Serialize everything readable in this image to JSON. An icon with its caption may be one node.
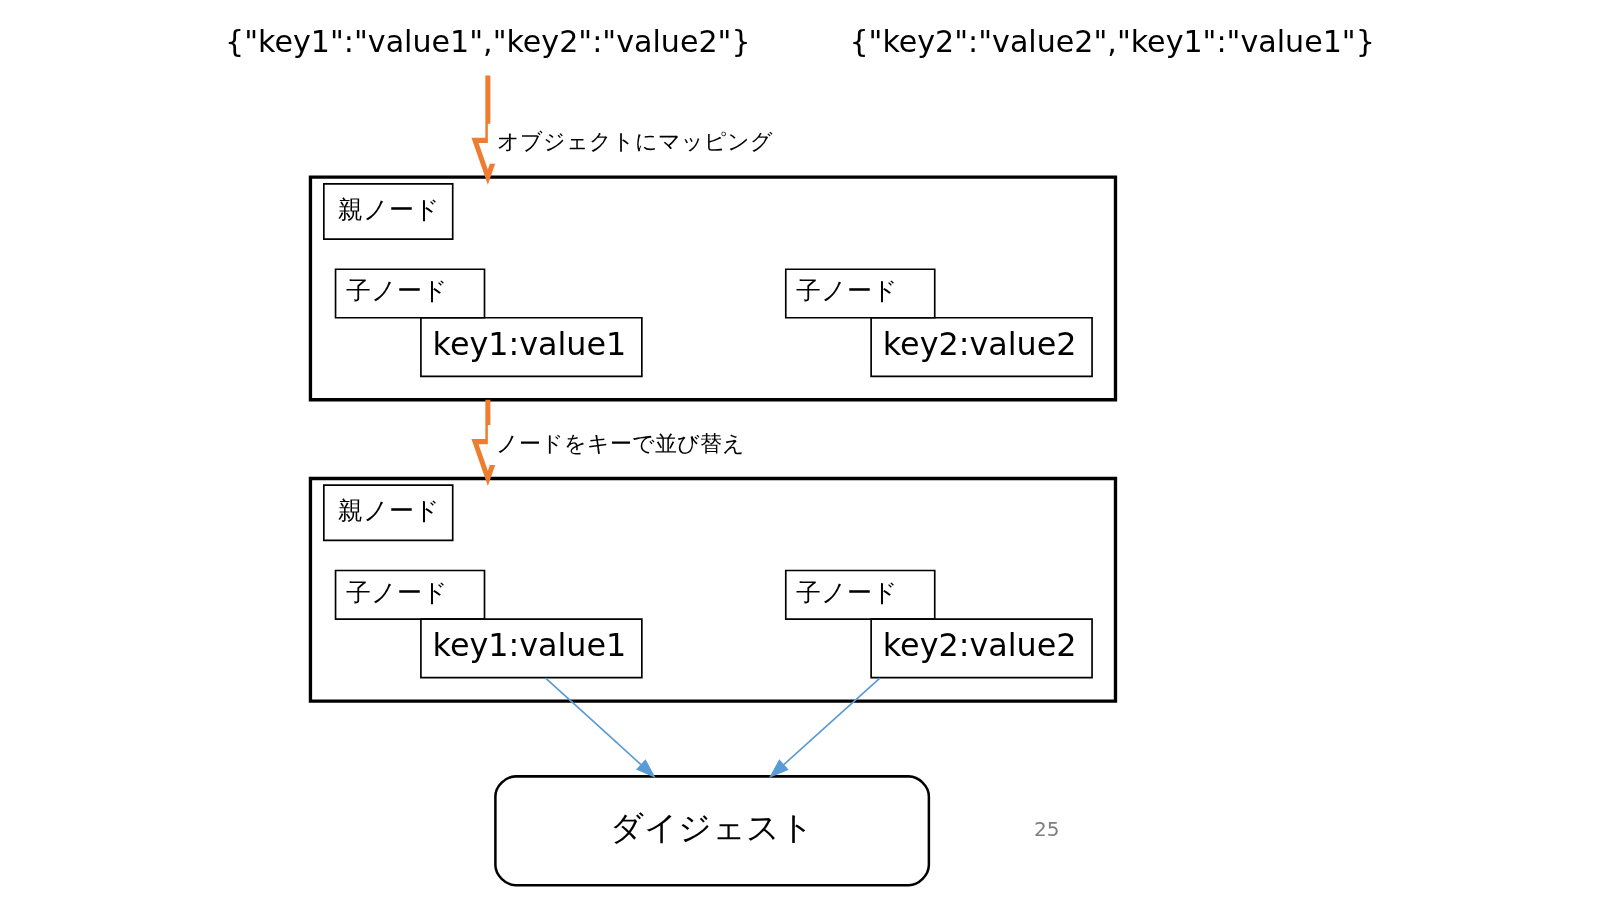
{
  "diagram": {
    "nodes": [
      {
        "text": [
          "{\"key1\":\"value1\",\"key2\":\"value2\"}"
        ]
      },
      {
        "text": [
          "親ノード"
        ]
      },
      {
        "text": [
          "子ノード",
          "key1:value1"
        ],
        "in": 1
      },
      {
        "text": [
          "子ノード",
          "key2:value2"
        ],
        "in": 1
      },
      {
        "text": [
          "親ノード"
        ]
      },
      {
        "text": [
          "子ノード",
          "key1:value1"
        ],
        "in": 4
      },
      {
        "text": [
          "子ノード",
          "key2:value2"
        ],
        "in": 4
      },
      {
        "text": [
          "ダイジェスト"
        ]
      }
    ],
    "edges": [
      {
        "from": 0,
        "to": 1,
        "arrow": "to",
        "label": "オブジェクトにマッピング",
        "style": "thick",
        "color": "#ed7d31"
      },
      {
        "from": 1,
        "to": 4,
        "arrow": "to",
        "label": "ノードをキーで並び替え",
        "style": "thick",
        "color": "#ed7d31"
      },
      {
        "from": 5,
        "to": 7,
        "arrow": "to",
        "color": "#5b9bd5"
      },
      {
        "from": 6,
        "to": 7,
        "arrow": "to",
        "color": "#5b9bd5"
      }
    ],
    "labels": [
      "{\"key2\":\"value2\",\"key1\":\"value1\"}",
      "25"
    ]
  }
}
